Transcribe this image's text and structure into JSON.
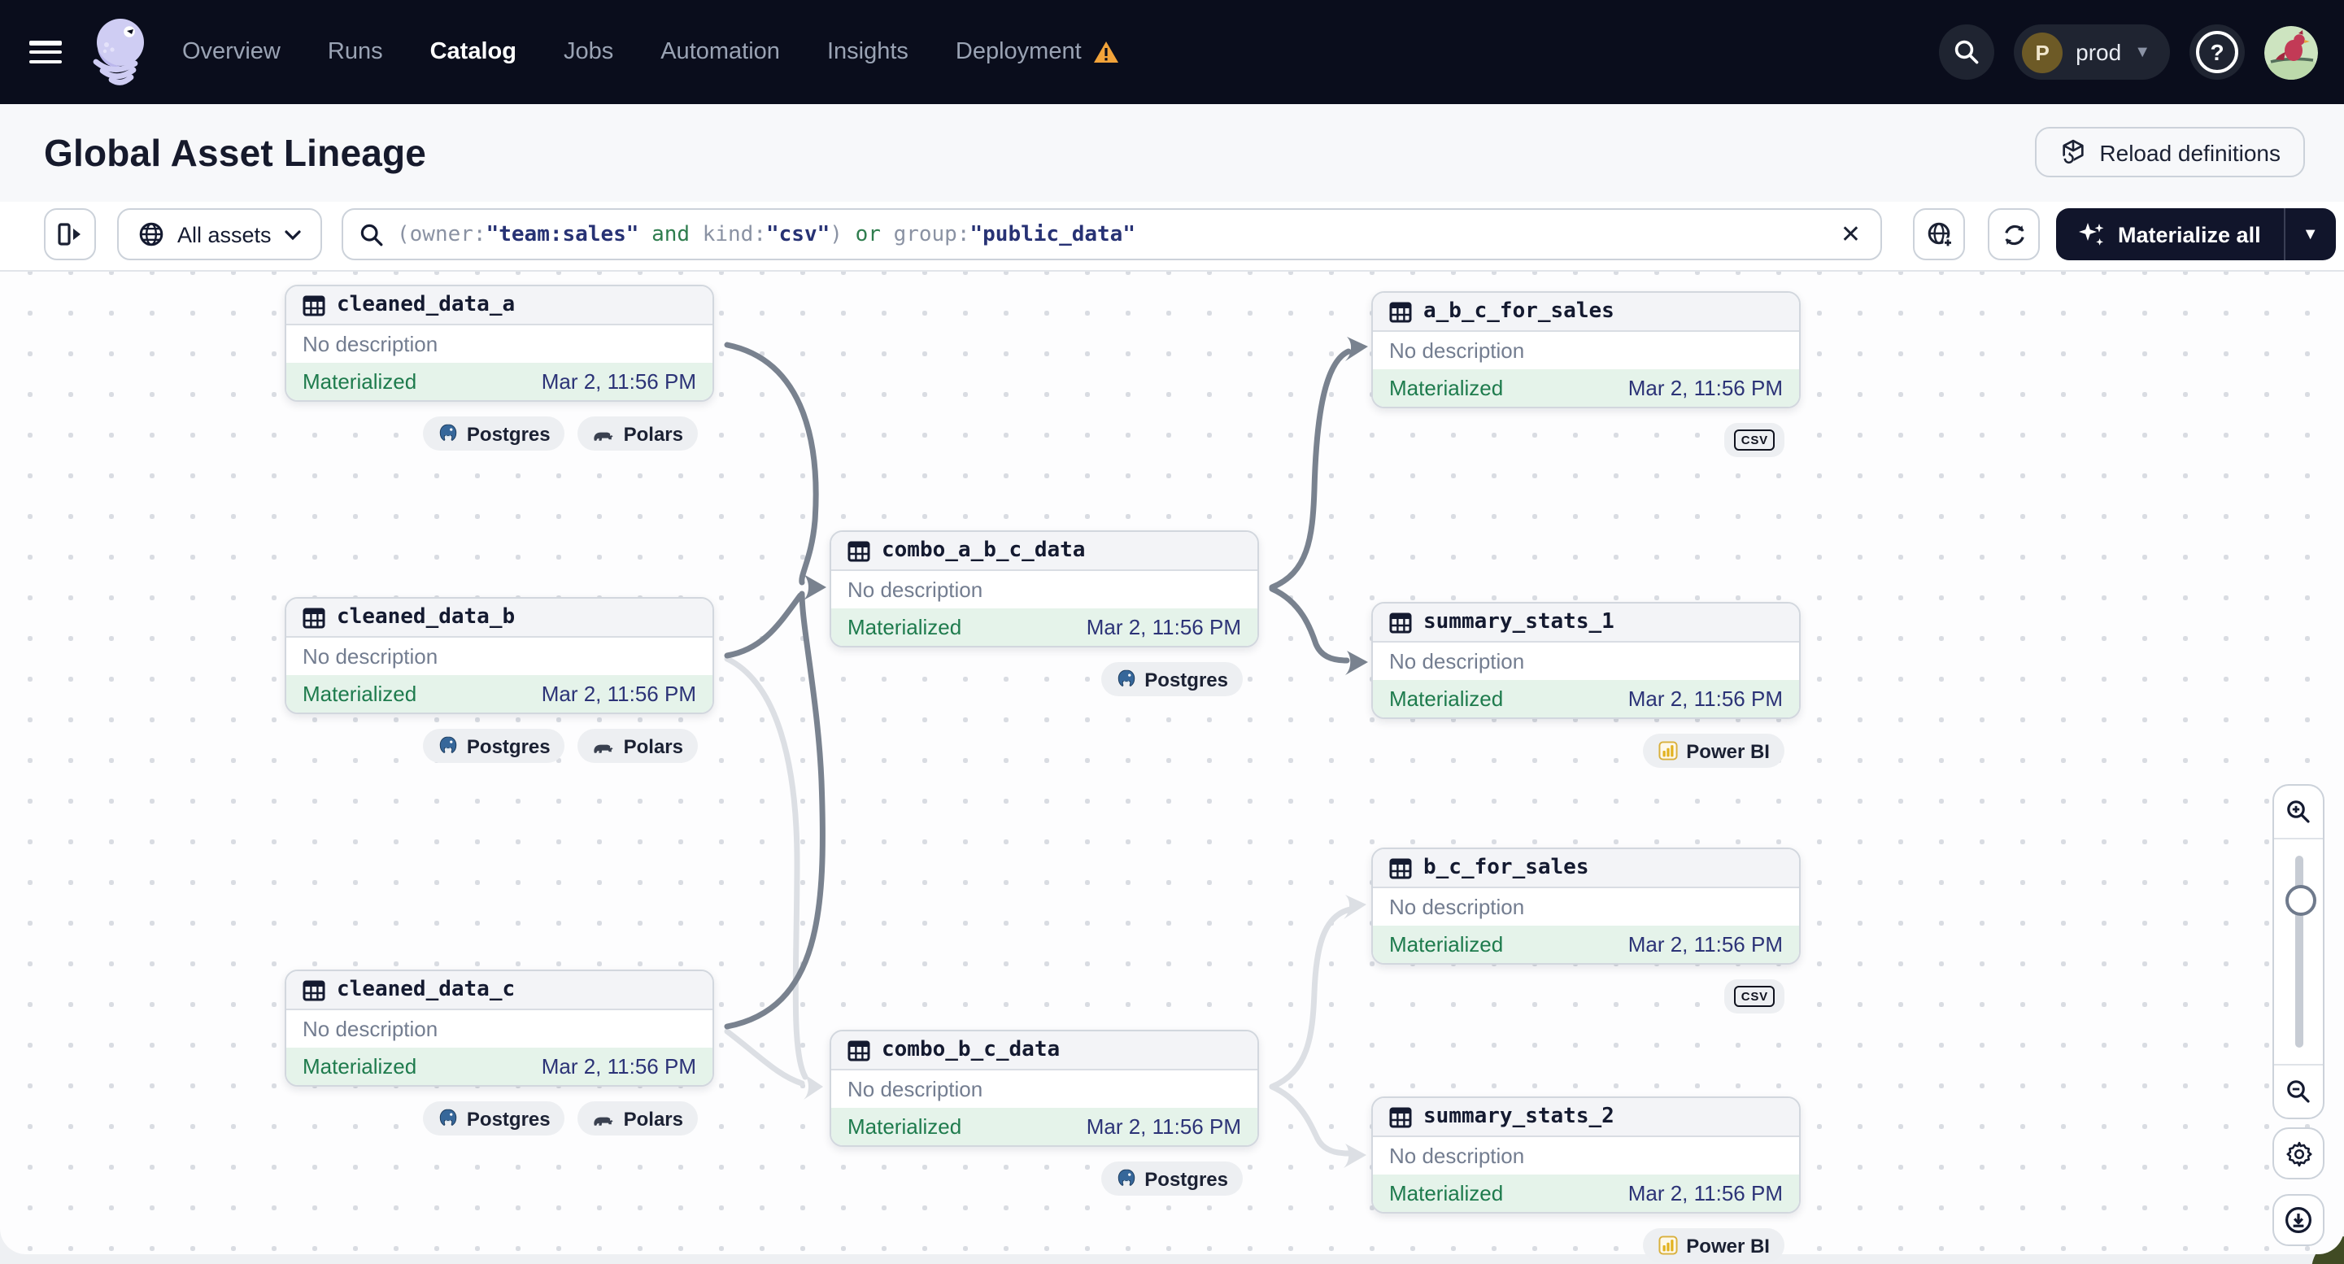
{
  "nav": {
    "items": [
      {
        "label": "Overview",
        "active": false
      },
      {
        "label": "Runs",
        "active": false
      },
      {
        "label": "Catalog",
        "active": true
      },
      {
        "label": "Jobs",
        "active": false
      },
      {
        "label": "Automation",
        "active": false
      },
      {
        "label": "Insights",
        "active": false
      },
      {
        "label": "Deployment",
        "active": false,
        "warning": true
      }
    ],
    "environment": {
      "initial": "P",
      "name": "prod"
    },
    "help_label": "?"
  },
  "header": {
    "title": "Global Asset Lineage",
    "reload_button_label": "Reload definitions"
  },
  "toolbar": {
    "filter_label": "All assets",
    "materialize_label": "Materialize all",
    "query": [
      {
        "text": "(owner:",
        "type": "field"
      },
      {
        "text": "\"team:sales\"",
        "type": "value"
      },
      {
        "text": " and ",
        "type": "op"
      },
      {
        "text": "kind:",
        "type": "field"
      },
      {
        "text": "\"csv\"",
        "type": "value"
      },
      {
        "text": ")",
        "type": "field"
      },
      {
        "text": " or ",
        "type": "op"
      },
      {
        "text": "group:",
        "type": "field"
      },
      {
        "text": "\"public_data\"",
        "type": "value"
      }
    ]
  },
  "graph": {
    "assets": [
      {
        "name": "cleaned_data_a",
        "description": "No description",
        "status": "Materialized",
        "timestamp": "Mar 2, 11:56 PM",
        "tags": [
          {
            "label": "Postgres",
            "icon": "postgres-icon"
          },
          {
            "label": "Polars",
            "icon": "polars-icon"
          }
        ]
      },
      {
        "name": "cleaned_data_b",
        "description": "No description",
        "status": "Materialized",
        "timestamp": "Mar 2, 11:56 PM",
        "tags": [
          {
            "label": "Postgres",
            "icon": "postgres-icon"
          },
          {
            "label": "Polars",
            "icon": "polars-icon"
          }
        ]
      },
      {
        "name": "cleaned_data_c",
        "description": "No description",
        "status": "Materialized",
        "timestamp": "Mar 2, 11:56 PM",
        "tags": [
          {
            "label": "Postgres",
            "icon": "postgres-icon"
          },
          {
            "label": "Polars",
            "icon": "polars-icon"
          }
        ]
      },
      {
        "name": "combo_a_b_c_data",
        "description": "No description",
        "status": "Materialized",
        "timestamp": "Mar 2, 11:56 PM",
        "tags": [
          {
            "label": "Postgres",
            "icon": "postgres-icon"
          }
        ]
      },
      {
        "name": "combo_b_c_data",
        "description": "No description",
        "status": "Materialized",
        "timestamp": "Mar 2, 11:56 PM",
        "tags": [
          {
            "label": "Postgres",
            "icon": "postgres-icon"
          }
        ]
      },
      {
        "name": "a_b_c_for_sales",
        "description": "No description",
        "status": "Materialized",
        "timestamp": "Mar 2, 11:56 PM",
        "tags": [
          {
            "label": "csv",
            "icon": "csv-icon"
          }
        ]
      },
      {
        "name": "summary_stats_1",
        "description": "No description",
        "status": "Materialized",
        "timestamp": "Mar 2, 11:56 PM",
        "tags": [
          {
            "label": "Power BI",
            "icon": "powerbi-icon"
          }
        ]
      },
      {
        "name": "b_c_for_sales",
        "description": "No description",
        "status": "Materialized",
        "timestamp": "Mar 2, 11:56 PM",
        "tags": [
          {
            "label": "csv",
            "icon": "csv-icon"
          }
        ]
      },
      {
        "name": "summary_stats_2",
        "description": "No description",
        "status": "Materialized",
        "timestamp": "Mar 2, 11:56 PM",
        "tags": [
          {
            "label": "Power BI",
            "icon": "powerbi-icon"
          }
        ]
      }
    ],
    "edges": [
      {
        "from": "cleaned_data_a",
        "to": "combo_a_b_c_data",
        "emphasis": "dark"
      },
      {
        "from": "cleaned_data_b",
        "to": "combo_a_b_c_data",
        "emphasis": "dark"
      },
      {
        "from": "cleaned_data_c",
        "to": "combo_a_b_c_data",
        "emphasis": "dark"
      },
      {
        "from": "cleaned_data_b",
        "to": "combo_b_c_data",
        "emphasis": "light"
      },
      {
        "from": "cleaned_data_c",
        "to": "combo_b_c_data",
        "emphasis": "light"
      },
      {
        "from": "combo_a_b_c_data",
        "to": "a_b_c_for_sales",
        "emphasis": "dark"
      },
      {
        "from": "combo_a_b_c_data",
        "to": "summary_stats_1",
        "emphasis": "dark"
      },
      {
        "from": "combo_b_c_data",
        "to": "b_c_for_sales",
        "emphasis": "light"
      },
      {
        "from": "combo_b_c_data",
        "to": "summary_stats_2",
        "emphasis": "light"
      }
    ]
  },
  "colors": {
    "nav_bg": "#0a0d1c",
    "accent_dark_button": "#11152b",
    "status_green_bg": "#e5f3ea",
    "status_green_text": "#1e7b4d",
    "timestamp_blue": "#2c3377",
    "edge_dark": "#79828f",
    "edge_light": "#dcdfe4",
    "warning_orange": "#f2a33a"
  }
}
